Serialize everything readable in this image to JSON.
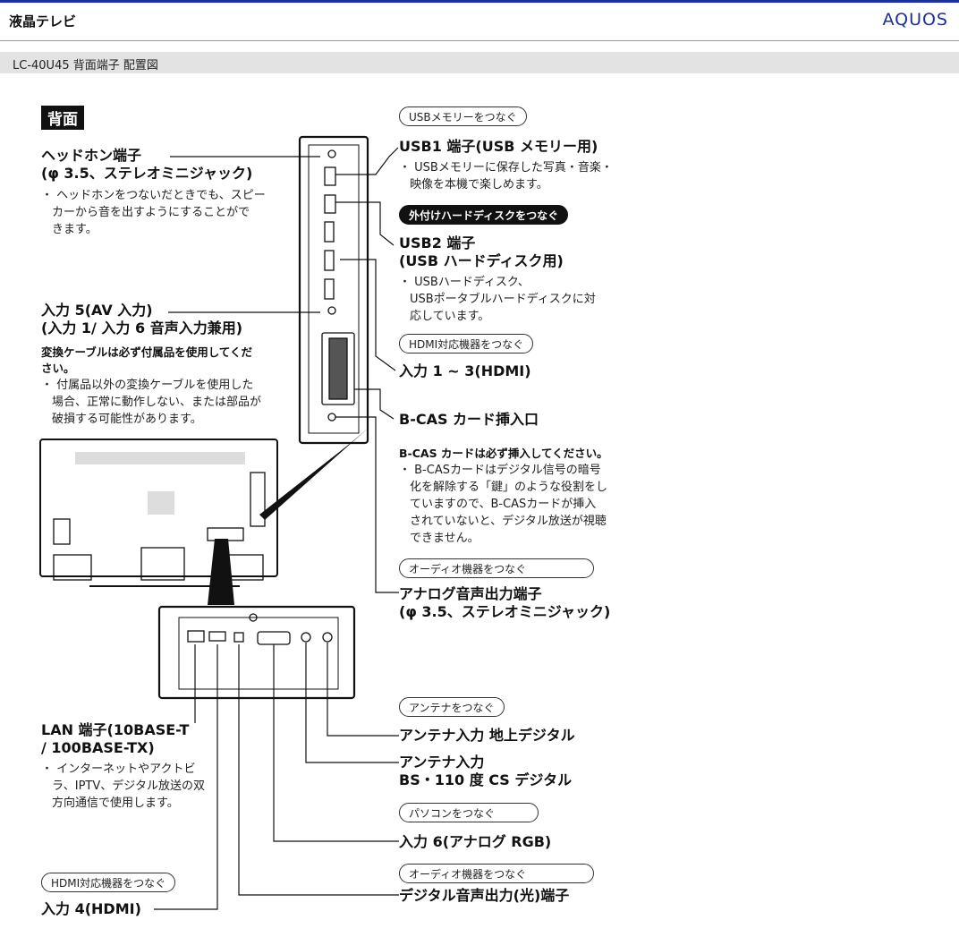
{
  "header": {
    "app_title": "液晶テレビ",
    "brand": "AQUOS"
  },
  "subbar": {
    "title": "LC-40U45 背面端子 配置図"
  },
  "section": "背面",
  "labels": {
    "headphone_1": "ヘッドホン端子",
    "headphone_2": "(φ 3.5、ステレオミニジャック)",
    "headphone_n1": "・ ヘッドホンをつないだときでも、スピー",
    "headphone_n2": "カーから音を出すようにすることがで",
    "headphone_n3": "きます。",
    "in5_1": "入力 5(AV 入力)",
    "in5_2": "(入力 1/ 入力 6 音声入力兼用)",
    "in5_b1": "変換ケーブルは必ず付属品を使用してくだ",
    "in5_b2": "さい。",
    "in5_n1": "・ 付属品以外の変換ケーブルを使用した",
    "in5_n2": "場合、正常に動作しない、または部品が",
    "in5_n3": "破損する可能性があります。",
    "pill_usb": "USBメモリーをつなぐ",
    "usb1": "USB1 端子(USB メモリー用)",
    "usb1_n1": "・ USBメモリーに保存した写真・音楽・",
    "usb1_n2": "映像を本機で楽しめます。",
    "pill_hdd": "外付けハードディスクをつなぐ",
    "usb2_1": "USB2 端子",
    "usb2_2": "(USB ハードディスク用)",
    "usb2_n1": "・ USBハードディスク、",
    "usb2_n2": "USBポータブルハードディスクに対",
    "usb2_n3": "応しています。",
    "pill_hdmi": "HDMI対応機器をつなぐ",
    "in1_3": "入力 1 ~ 3(HDMI)",
    "bcas": "B-CAS カード挿入口",
    "bcas_b": "B-CAS カードは必ず挿入してください。",
    "bcas_n1": "・ B-CASカードはデジタル信号の暗号",
    "bcas_n2": "化を解除する「鍵」のような役割をし",
    "bcas_n3": "ていますので、B-CASカードが挿入",
    "bcas_n4": "されていないと、デジタル放送が視聴",
    "bcas_n5": "できません。",
    "pill_audio": "オーディオ機器をつなぐ",
    "analog_1": "アナログ音声出力端子",
    "analog_2": "(φ 3.5、ステレオミニジャック)",
    "pill_antenna": "アンテナをつなぐ",
    "ant_t": "アンテナ入力 地上デジタル",
    "ant_bs1": "アンテナ入力",
    "ant_bs2": "BS・110 度 CS デジタル",
    "pill_pc": "パソコンをつなぐ",
    "in6": "入力 6(アナログ RGB)",
    "pill_audio2": "オーディオ機器をつなぐ",
    "optical": "デジタル音声出力(光)端子",
    "lan_1": "LAN 端子(10BASE-T",
    "lan_2": "/ 100BASE-TX)",
    "lan_n1": "・ インターネットやアクトビ",
    "lan_n2": "ラ、IPTV、デジタル放送の双",
    "lan_n3": "方向通信で使用します。",
    "pill_hdmi4": "HDMI対応機器をつなぐ",
    "in4": "入力 4(HDMI)"
  }
}
